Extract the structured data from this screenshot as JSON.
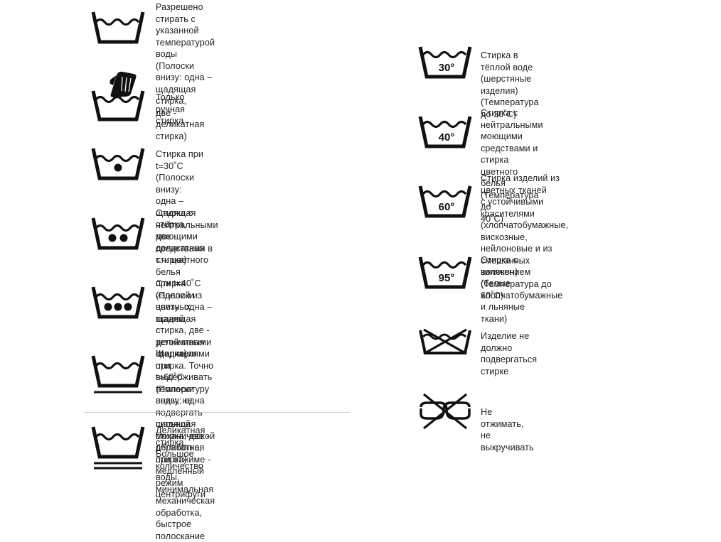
{
  "colors": {
    "icon": "#111111",
    "text": "#222222",
    "divider": "#cfcfcf",
    "background": "#ffffff"
  },
  "left_column": [
    {
      "icon": "washtub-icon",
      "text": "Разрешено стирать с указанной\nтемпературой воды (Полоски\nвнизу: одна – щадящая стирка,\nдве - деликатная стирка)"
    },
    {
      "icon": "hand-wash-icon",
      "text": "Только ручная стирка"
    },
    {
      "icon": "washtub-one-dot-icon",
      "text": "Стирка при t=30˚С (Полоски\nвнизу: одна – щадящая стирка,\nдве - деликатная стирка)"
    },
    {
      "icon": "washtub-two-dots-icon",
      "text": "Стирка с нейтральными моющими\nсредствами в т.ч. цветного белья\nпри t=40˚С (Полоски внизу: одна –\nщадящая стирка, две - деликатная\nстирка)"
    },
    {
      "icon": "washtub-three-dots-icon",
      "text": "Стирка изделий из цветных тканей\nс устойчивыми красителями при\nt=60˚С (Полоски внизу: одна –\nщадящая стирка, две - деликатная\nстирка)"
    },
    {
      "icon": "washtub-gentle-icon",
      "text": "Щадящая стирка. Точно\nвыдерживать температуру воды, не\nподвергать сильной механической\nобработке, при отжиме - медленный\nрежим центрифуги"
    },
    {
      "icon": "washtub-delicate-icon",
      "text": "Деликатная стирка. Большое\nколичество воды, минимальная\nмеханическая обработка,\nбыстрое полоскание"
    }
  ],
  "right_column": [
    {
      "icon": "washtub-30-icon",
      "temp": "30°",
      "text": "Стирка в тёплой воде (шерстяные\nизделия) (Температура до 30˚С)"
    },
    {
      "icon": "washtub-40-icon",
      "temp": "40°",
      "text": "Стирка с нейтральными\nмоющими средствами и стирка\nцветного белья (Температура до\n40˚С)"
    },
    {
      "icon": "washtub-60-icon",
      "temp": "60°",
      "text": "Стирка изделий из цветных тканей\nс устойчивыми красителями\n(хлопчатобумажные, вискозные,\nнейлоновые и из смешанных\nволокон) (Температура до 60˚С)"
    },
    {
      "icon": "washtub-95-icon",
      "temp": "95°",
      "text": "Стирка с кипячением  (белые\nхлопчатобумажные и льняные\nткани)"
    },
    {
      "icon": "do-not-wash-icon",
      "text": "Изделие не должно подвергаться\nстирке"
    },
    {
      "icon": "do-not-wring-icon",
      "text": "Не отжимать, не выкручивать"
    }
  ]
}
